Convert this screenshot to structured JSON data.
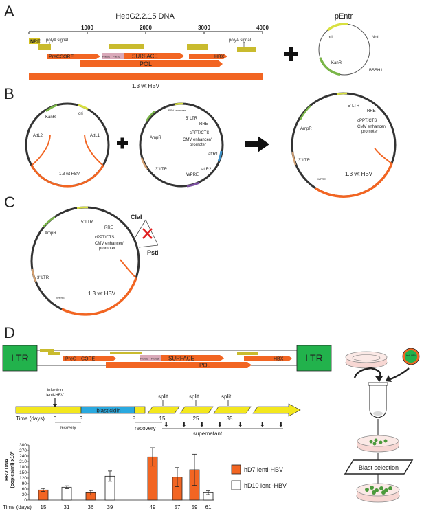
{
  "panels": {
    "A": "A",
    "B": "B",
    "C": "C",
    "D": "D"
  },
  "panelA": {
    "title": "HepG2.2.15 DNA",
    "pentr_title": "pEntr",
    "ticks": [
      "1000",
      "2000",
      "3000",
      "4000"
    ],
    "nre": "NRE",
    "polyA_left": "polyA signal",
    "polyA_right": "polyA signal",
    "prec": "PreC",
    "core": "CORE",
    "pres1": "PreS1",
    "pres2": "PreS2",
    "surface": "SURFACE",
    "hbx": "HBX",
    "pol": "POL",
    "wt": "1.3 wt HBV",
    "pentr_labels": {
      "ori": "ori",
      "notl": "NotI",
      "kanr": "KanR",
      "bssh": "BSSH1"
    }
  },
  "panelB": {
    "left": {
      "kanr": "KanR",
      "ori": "ori",
      "attl2": "AttL2",
      "attl1": "AttL1",
      "wt": "1.3 wt HBV"
    },
    "mid": {
      "ampr": "AmpR",
      "rsv": "RSV promoter",
      "ltr5": "5' LTR",
      "rre": "RRE",
      "cppt": "cPPT/CTS",
      "cmv1": "CMV enhancer/",
      "cmv2": "promoter",
      "attr1": "attR1",
      "ltr3": "3' LTR",
      "wpre": "WPRE",
      "attr2": "attR2"
    },
    "right": {
      "ampr": "AmpR",
      "ltr5": "5' LTR",
      "rre": "RRE",
      "cppt": "cPPT/CTS",
      "cmv1": "CMV enhancer/",
      "cmv2": "promoter",
      "ltr3": "3' LTR",
      "wt": "1.3 wt HBV",
      "wpre": "WPRE"
    }
  },
  "panelC": {
    "ampr": "AmpR",
    "ltr5": "5' LTR",
    "rre": "RRE",
    "cppt": "cPPT/CTS",
    "cmv1": "CMV enhancer/",
    "cmv2": "promoter",
    "ltr3": "3' LTR",
    "wt": "1.3 wt HBV",
    "wpre": "WPRE",
    "clai": "ClaI",
    "psti": "PstI"
  },
  "panelD": {
    "ltr_left": "LTR",
    "ltr_right": "LTR",
    "prec": "PreC",
    "core": "CORE",
    "pres1": "PreS1",
    "pres2": "PreS2",
    "surface": "SURFACE",
    "pol": "POL",
    "hbx": "HBX",
    "infection1": "infection",
    "infection2": "lenti-HBV",
    "blasticidin": "blasticidin",
    "split": "split",
    "time_label": "Time (days)",
    "time_points": [
      "0",
      "3",
      "8",
      "15",
      "25",
      "35"
    ],
    "recovery": "recovery",
    "supernatant": "supernatant",
    "blast_selection": "Blast selection",
    "lenti_badge": "lenti HBV",
    "ylabel1": "HBV DNA",
    "ylabel2": "(copies/ml) x10³",
    "xlabel": "Time (days)",
    "legend": [
      {
        "name": "hD7 lenti-HBV",
        "color": "#f26522"
      },
      {
        "name": "hD10 lenti-HBV",
        "color": "#ffffff"
      }
    ]
  },
  "chart_data": {
    "type": "bar",
    "ylabel": "HBV DNA (copies/ml) x10³",
    "xlabel": "Time (days)",
    "ylim": [
      0,
      300
    ],
    "yticks": [
      0,
      30,
      60,
      90,
      120,
      150,
      180,
      210,
      240,
      270,
      300
    ],
    "bars": [
      {
        "day": "15",
        "group": "hD7",
        "value": 55,
        "err": 8
      },
      {
        "day": "31",
        "group": "hD10",
        "value": 70,
        "err": 8
      },
      {
        "day": "36",
        "group": "hD7",
        "value": 40,
        "err": 12
      },
      {
        "day": "39",
        "group": "hD10",
        "value": 130,
        "err": 28
      },
      {
        "day": "49",
        "group": "hD7",
        "value": 235,
        "err": 50
      },
      {
        "day": "57",
        "group": "hD7",
        "value": 125,
        "err": 52
      },
      {
        "day": "59",
        "group": "hD7",
        "value": 165,
        "err": 85
      },
      {
        "day": "61",
        "group": "hD10",
        "value": 40,
        "err": 10
      }
    ]
  }
}
